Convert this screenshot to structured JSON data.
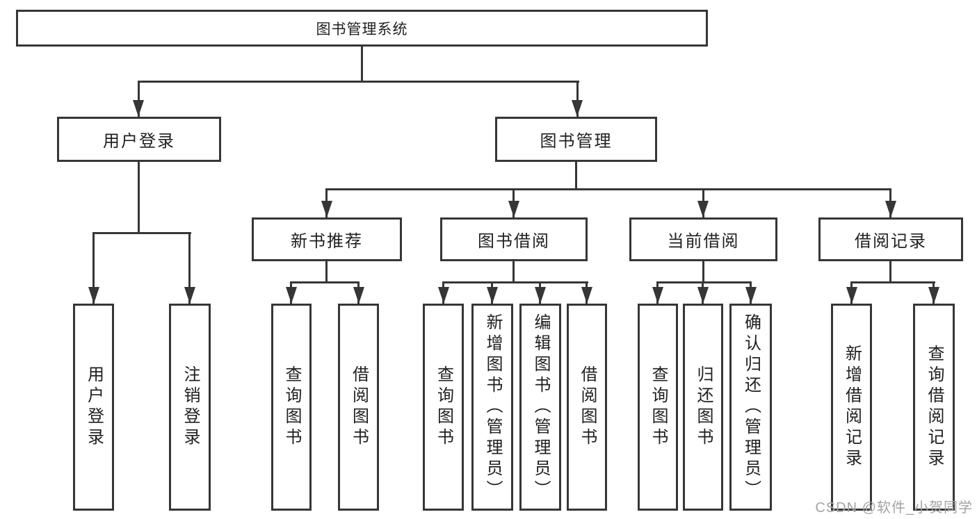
{
  "colors": {
    "line": "#363636",
    "text": "#1f1f1f",
    "background": "#ffffff",
    "watermark": "#a3a3a3"
  },
  "watermark": "CSDN @软件_小贺同学",
  "diagram": {
    "root": {
      "label": "图书管理系统"
    },
    "children": [
      {
        "label": "用户登录",
        "children": [
          {
            "label": "用户登录"
          },
          {
            "label": "注销登录"
          }
        ]
      },
      {
        "label": "图书管理",
        "children": [
          {
            "label": "新书推荐",
            "children": [
              {
                "label": "查询图书"
              },
              {
                "label": "借阅图书"
              }
            ]
          },
          {
            "label": "图书借阅",
            "children": [
              {
                "label": "查询图书"
              },
              {
                "label": "新增图书（管理员）"
              },
              {
                "label": "编辑图书（管理员）"
              },
              {
                "label": "借阅图书"
              }
            ]
          },
          {
            "label": "当前借阅",
            "children": [
              {
                "label": "查询图书"
              },
              {
                "label": "归还图书"
              },
              {
                "label": "确认归还（管理员）"
              }
            ]
          },
          {
            "label": "借阅记录",
            "children": [
              {
                "label": "新增借阅记录"
              },
              {
                "label": "查询借阅记录"
              }
            ]
          }
        ]
      }
    ]
  }
}
